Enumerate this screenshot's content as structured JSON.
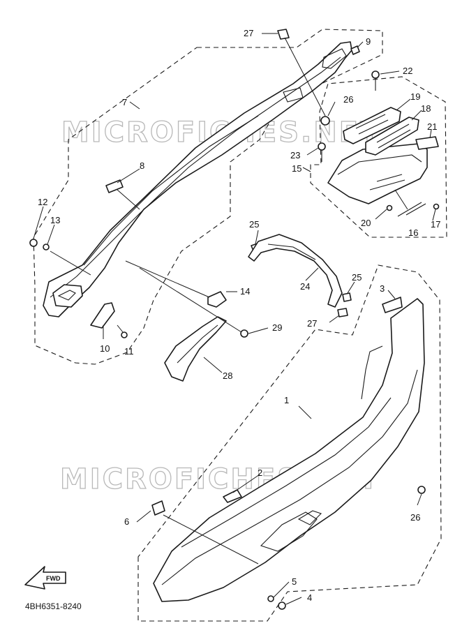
{
  "watermarks": [
    "MICROFICHES.NET",
    "MICROFICHES.NET"
  ],
  "diagram_code": "4BH6351-8240",
  "fwd_label": "FWD",
  "callouts": {
    "c1": "1",
    "c2": "2",
    "c3": "3",
    "c4": "4",
    "c5": "5",
    "c6": "6",
    "c7": "7",
    "c8": "8",
    "c9": "9",
    "c10": "10",
    "c11": "11",
    "c12": "12",
    "c13": "13",
    "c14": "14",
    "c15": "15",
    "c16": "16",
    "c17": "17",
    "c18": "18",
    "c19": "19",
    "c20": "20",
    "c21": "21",
    "c22": "22",
    "c23": "23",
    "c24": "24",
    "c25a": "25",
    "c25b": "25",
    "c26a": "26",
    "c26b": "26",
    "c27a": "27",
    "c27b": "27",
    "c28": "28",
    "c29": "29"
  }
}
